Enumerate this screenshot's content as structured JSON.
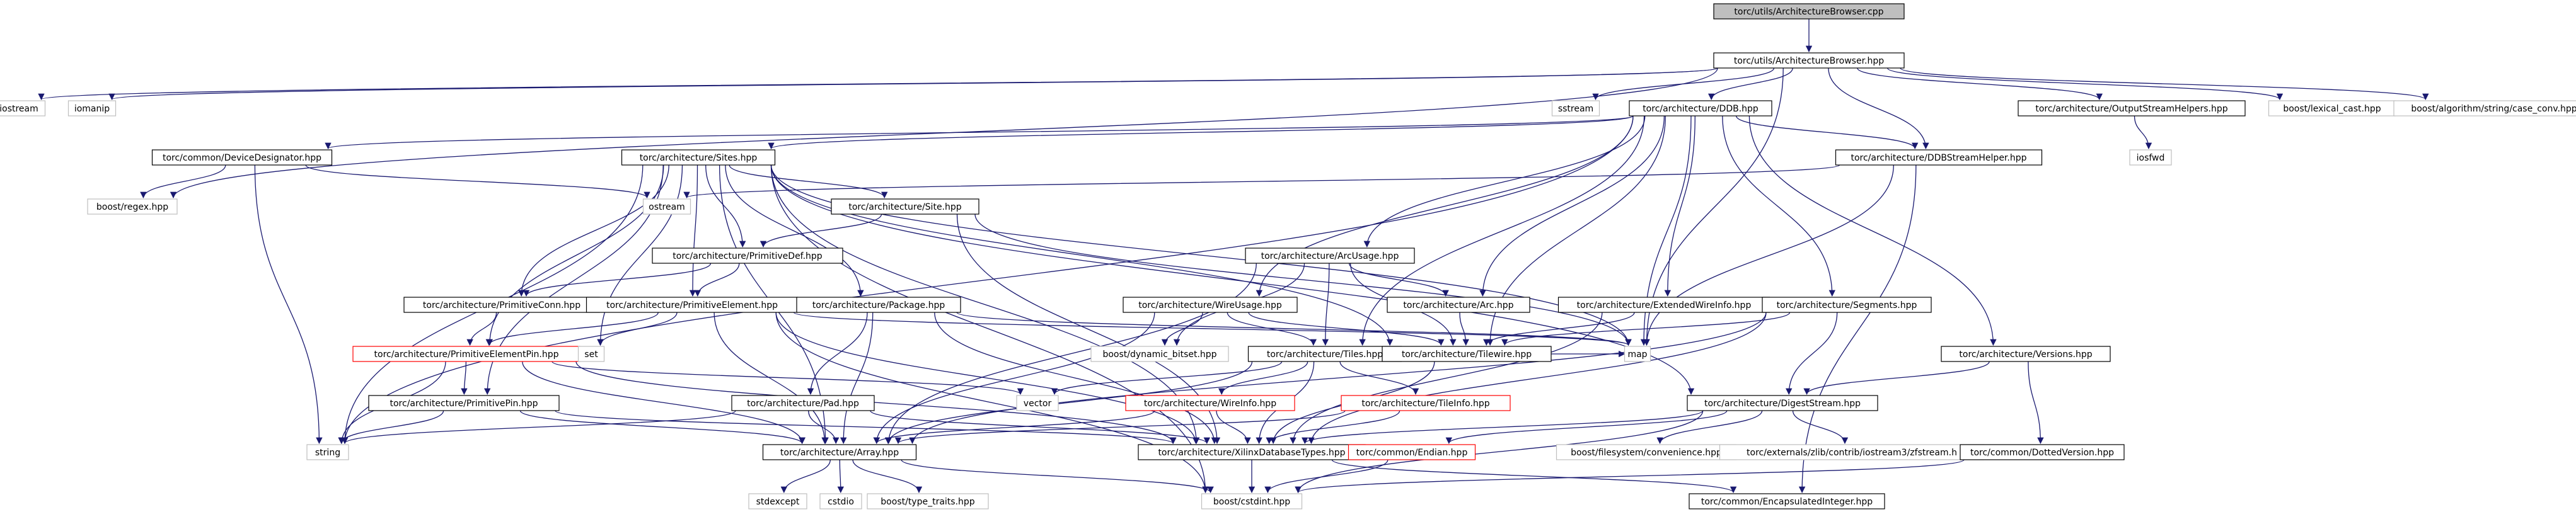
{
  "graph": {
    "colors": {
      "edge": "#191970",
      "edge_highlight": "#ff0000",
      "box_border": "#000000",
      "box_fill": "#ffffff",
      "root_fill": "#bfbfbf",
      "external_border": "#bfbfbf",
      "partial_border": "#ff0000",
      "text": "#000000"
    },
    "nodes": [
      {
        "id": "ab_cpp",
        "label": "torc/utils/ArchitectureBrowser.cpp",
        "style": "root"
      },
      {
        "id": "ab_hpp",
        "label": "torc/utils/ArchitectureBrowser.hpp",
        "style": "file"
      },
      {
        "id": "iostream",
        "label": "iostream",
        "style": "external"
      },
      {
        "id": "iomanip",
        "label": "iomanip",
        "style": "external"
      },
      {
        "id": "sstream",
        "label": "sstream",
        "style": "external"
      },
      {
        "id": "ddb",
        "label": "torc/architecture/DDB.hpp",
        "style": "file"
      },
      {
        "id": "osh",
        "label": "torc/architecture/OutputStreamHelpers.hpp",
        "style": "file"
      },
      {
        "id": "lexical",
        "label": "boost/lexical_cast.hpp",
        "style": "external"
      },
      {
        "id": "caseconv",
        "label": "boost/algorithm/string/case_conv.hpp",
        "style": "external"
      },
      {
        "id": "devdes",
        "label": "torc/common/DeviceDesignator.hpp",
        "style": "file"
      },
      {
        "id": "sites",
        "label": "torc/architecture/Sites.hpp",
        "style": "file"
      },
      {
        "id": "ddbsh",
        "label": "torc/architecture/DDBStreamHelper.hpp",
        "style": "file"
      },
      {
        "id": "iosfwd",
        "label": "iosfwd",
        "style": "external"
      },
      {
        "id": "regex",
        "label": "boost/regex.hpp",
        "style": "external"
      },
      {
        "id": "ostream",
        "label": "ostream",
        "style": "external"
      },
      {
        "id": "site",
        "label": "torc/architecture/Site.hpp",
        "style": "file"
      },
      {
        "id": "primdef",
        "label": "torc/architecture/PrimitiveDef.hpp",
        "style": "file"
      },
      {
        "id": "arcusage",
        "label": "torc/architecture/ArcUsage.hpp",
        "style": "file"
      },
      {
        "id": "primconn",
        "label": "torc/architecture/PrimitiveConn.hpp",
        "style": "file"
      },
      {
        "id": "primelem",
        "label": "torc/architecture/PrimitiveElement.hpp",
        "style": "file"
      },
      {
        "id": "package",
        "label": "torc/architecture/Package.hpp",
        "style": "file"
      },
      {
        "id": "wireusage",
        "label": "torc/architecture/WireUsage.hpp",
        "style": "file"
      },
      {
        "id": "arc",
        "label": "torc/architecture/Arc.hpp",
        "style": "file"
      },
      {
        "id": "extwire",
        "label": "torc/architecture/ExtendedWireInfo.hpp",
        "style": "file"
      },
      {
        "id": "segments",
        "label": "torc/architecture/Segments.hpp",
        "style": "file"
      },
      {
        "id": "primelempin",
        "label": "torc/architecture/PrimitiveElementPin.hpp",
        "style": "partial"
      },
      {
        "id": "set",
        "label": "set",
        "style": "external"
      },
      {
        "id": "dynbitset",
        "label": "boost/dynamic_bitset.hpp",
        "style": "external"
      },
      {
        "id": "tiles",
        "label": "torc/architecture/Tiles.hpp",
        "style": "file"
      },
      {
        "id": "tilewire",
        "label": "torc/architecture/Tilewire.hpp",
        "style": "file"
      },
      {
        "id": "map",
        "label": "map",
        "style": "external"
      },
      {
        "id": "versions",
        "label": "torc/architecture/Versions.hpp",
        "style": "file"
      },
      {
        "id": "vector",
        "label": "vector",
        "style": "external"
      },
      {
        "id": "primpin",
        "label": "torc/architecture/PrimitivePin.hpp",
        "style": "file"
      },
      {
        "id": "pad",
        "label": "torc/architecture/Pad.hpp",
        "style": "file"
      },
      {
        "id": "wireinfo",
        "label": "torc/architecture/WireInfo.hpp",
        "style": "partial"
      },
      {
        "id": "tileinfo",
        "label": "torc/architecture/TileInfo.hpp",
        "style": "partial"
      },
      {
        "id": "digest",
        "label": "torc/architecture/DigestStream.hpp",
        "style": "file"
      },
      {
        "id": "string",
        "label": "string",
        "style": "external"
      },
      {
        "id": "array",
        "label": "torc/architecture/Array.hpp",
        "style": "file"
      },
      {
        "id": "xdbtypes",
        "label": "torc/architecture/XilinxDatabaseTypes.hpp",
        "style": "file"
      },
      {
        "id": "endian",
        "label": "torc/common/Endian.hpp",
        "style": "partial"
      },
      {
        "id": "fsconv",
        "label": "boost/filesystem/convenience.hpp",
        "style": "external"
      },
      {
        "id": "zfstream",
        "label": "torc/externals/zlib/contrib/iostream3/zfstream.h",
        "style": "external"
      },
      {
        "id": "dotted",
        "label": "torc/common/DottedVersion.hpp",
        "style": "file"
      },
      {
        "id": "stdexcept",
        "label": "stdexcept",
        "style": "external"
      },
      {
        "id": "cstdio",
        "label": "cstdio",
        "style": "external"
      },
      {
        "id": "typetraits",
        "label": "boost/type_traits.hpp",
        "style": "external"
      },
      {
        "id": "cstdint",
        "label": "boost/cstdint.hpp",
        "style": "external"
      },
      {
        "id": "encint",
        "label": "torc/common/EncapsulatedInteger.hpp",
        "style": "file"
      }
    ],
    "edges": [
      [
        "ab_cpp",
        "ab_hpp"
      ],
      [
        "ab_hpp",
        "iostream"
      ],
      [
        "ab_hpp",
        "iomanip"
      ],
      [
        "ab_hpp",
        "sstream"
      ],
      [
        "ab_hpp",
        "ddb"
      ],
      [
        "ab_hpp",
        "osh"
      ],
      [
        "ab_hpp",
        "lexical"
      ],
      [
        "ab_hpp",
        "caseconv"
      ],
      [
        "ab_hpp",
        "regex"
      ],
      [
        "ab_hpp",
        "ddbsh"
      ],
      [
        "ab_hpp",
        "map"
      ],
      [
        "ddb",
        "devdes"
      ],
      [
        "ddb",
        "sites"
      ],
      [
        "ddb",
        "ddbsh"
      ],
      [
        "ddb",
        "string"
      ],
      [
        "ddb",
        "arcusage"
      ],
      [
        "ddb",
        "wireusage"
      ],
      [
        "ddb",
        "arc"
      ],
      [
        "ddb",
        "extwire"
      ],
      [
        "ddb",
        "segments"
      ],
      [
        "ddb",
        "tiles"
      ],
      [
        "ddb",
        "versions"
      ],
      [
        "ddb",
        "map"
      ],
      [
        "ddb",
        "tilewire"
      ],
      [
        "osh",
        "iosfwd"
      ],
      [
        "devdes",
        "regex"
      ],
      [
        "devdes",
        "ostream"
      ],
      [
        "devdes",
        "string"
      ],
      [
        "sites",
        "site"
      ],
      [
        "sites",
        "primdef"
      ],
      [
        "sites",
        "primconn"
      ],
      [
        "sites",
        "primelem"
      ],
      [
        "sites",
        "package"
      ],
      [
        "sites",
        "primelempin"
      ],
      [
        "sites",
        "primpin"
      ],
      [
        "sites",
        "array"
      ],
      [
        "sites",
        "string"
      ],
      [
        "sites",
        "set"
      ],
      [
        "sites",
        "map"
      ],
      [
        "sites",
        "xdbtypes"
      ],
      [
        "sites",
        "cstdint"
      ],
      [
        "sites",
        "tilewire"
      ],
      [
        "sites",
        "digest"
      ],
      [
        "ddbsh",
        "ostream"
      ],
      [
        "ddbsh",
        "map"
      ],
      [
        "ddbsh",
        "encint"
      ],
      [
        "site",
        "primdef"
      ],
      [
        "site",
        "xdbtypes"
      ],
      [
        "site",
        "map"
      ],
      [
        "primdef",
        "primconn"
      ],
      [
        "primdef",
        "primelem"
      ],
      [
        "primconn",
        "primelempin"
      ],
      [
        "primelem",
        "primelempin"
      ],
      [
        "primelem",
        "set"
      ],
      [
        "primelem",
        "map"
      ],
      [
        "primelem",
        "array"
      ],
      [
        "primelem",
        "xdbtypes"
      ],
      [
        "primelem",
        "cstdint"
      ],
      [
        "primelempin",
        "primpin"
      ],
      [
        "primelempin",
        "array"
      ],
      [
        "primelempin",
        "string"
      ],
      [
        "primelempin",
        "xdbtypes"
      ],
      [
        "primelempin",
        "vector"
      ],
      [
        "primpin",
        "array"
      ],
      [
        "primpin",
        "string"
      ],
      [
        "primpin",
        "xdbtypes"
      ],
      [
        "package",
        "pad"
      ],
      [
        "package",
        "array"
      ],
      [
        "package",
        "xdbtypes"
      ],
      [
        "package",
        "map"
      ],
      [
        "pad",
        "array"
      ],
      [
        "pad",
        "xdbtypes"
      ],
      [
        "pad",
        "string"
      ],
      [
        "arcusage",
        "arc"
      ],
      [
        "arcusage",
        "tiles"
      ],
      [
        "arcusage",
        "tilewire"
      ],
      [
        "arcusage",
        "array"
      ],
      [
        "arcusage",
        "dynbitset"
      ],
      [
        "wireusage",
        "tiles"
      ],
      [
        "wireusage",
        "tilewire"
      ],
      [
        "wireusage",
        "dynbitset"
      ],
      [
        "wireusage",
        "array"
      ],
      [
        "arc",
        "tilewire"
      ],
      [
        "extwire",
        "tilewire"
      ],
      [
        "extwire",
        "xdbtypes"
      ],
      [
        "segments",
        "tilewire"
      ],
      [
        "segments",
        "xdbtypes"
      ],
      [
        "segments",
        "digest"
      ],
      [
        "segments",
        "array"
      ],
      [
        "tiles",
        "wireinfo"
      ],
      [
        "tiles",
        "tileinfo"
      ],
      [
        "tiles",
        "array"
      ],
      [
        "tiles",
        "xdbtypes"
      ],
      [
        "tiles",
        "vector"
      ],
      [
        "tilewire",
        "xdbtypes"
      ],
      [
        "tilewire",
        "map"
      ],
      [
        "versions",
        "digest"
      ],
      [
        "versions",
        "dotted"
      ],
      [
        "wireinfo",
        "array"
      ],
      [
        "wireinfo",
        "xdbtypes"
      ],
      [
        "tileinfo",
        "xdbtypes"
      ],
      [
        "tileinfo",
        "array"
      ],
      [
        "digest",
        "xdbtypes"
      ],
      [
        "digest",
        "fsconv"
      ],
      [
        "digest",
        "zfstream"
      ],
      [
        "digest",
        "endian"
      ],
      [
        "digest",
        "cstdint"
      ],
      [
        "array",
        "stdexcept"
      ],
      [
        "array",
        "cstdio"
      ],
      [
        "array",
        "typetraits"
      ],
      [
        "array",
        "cstdint"
      ],
      [
        "xdbtypes",
        "cstdint"
      ],
      [
        "xdbtypes",
        "encint"
      ],
      [
        "endian",
        "cstdint"
      ],
      [
        "dotted",
        "cstdint"
      ]
    ]
  }
}
